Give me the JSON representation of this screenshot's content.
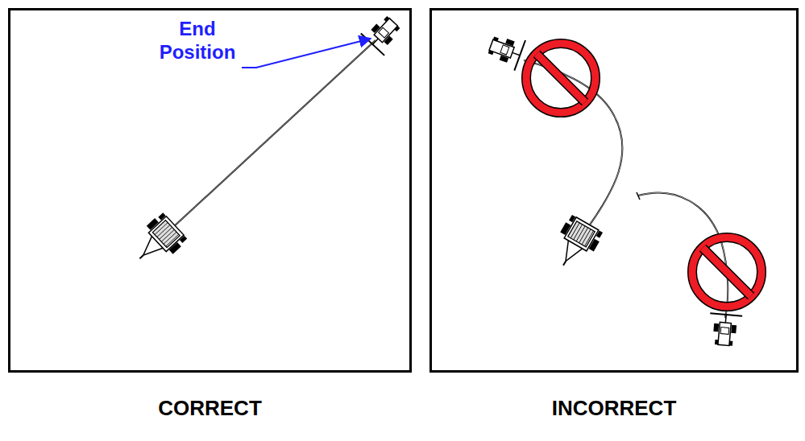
{
  "diagram": {
    "nodes": [
      {
        "text": [
          "CORRECT"
        ]
      },
      {
        "text": [
          "INCORRECT"
        ]
      }
    ],
    "labels": [
      "End Position"
    ]
  }
}
